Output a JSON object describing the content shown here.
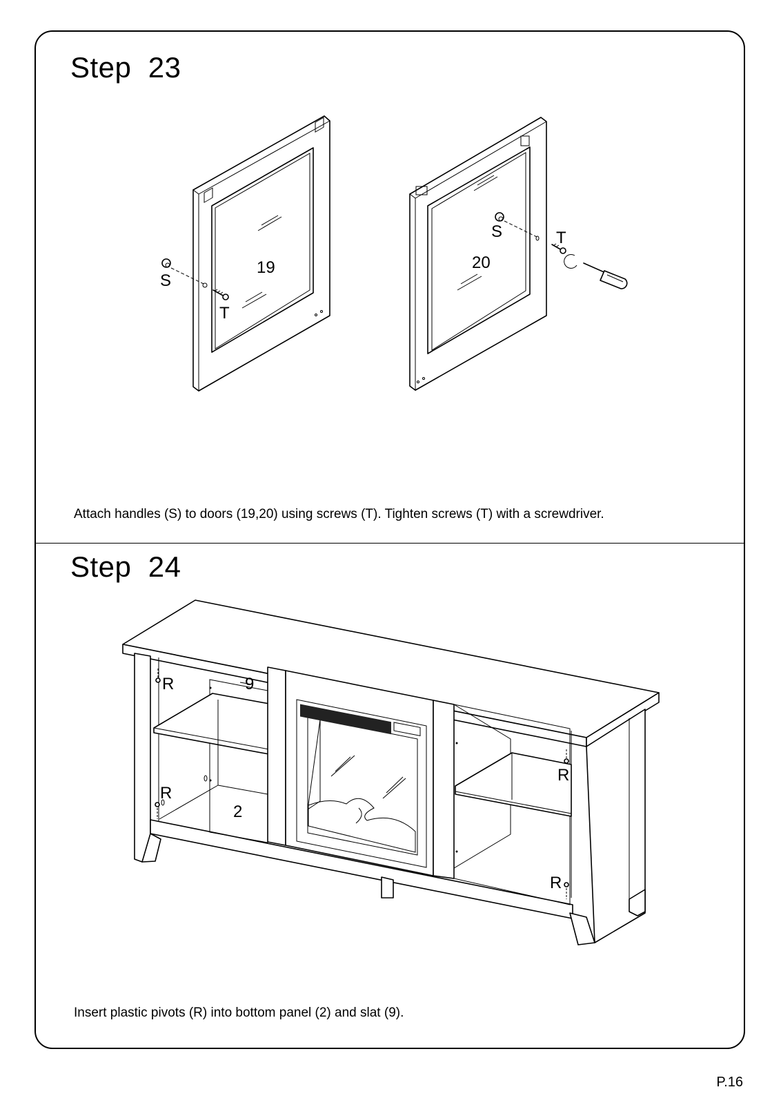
{
  "step23": {
    "title": "Step  23",
    "caption": "Attach handles (S) to doors (19,20) using screws (T). Tighten screws (T) with a screwdriver.",
    "labels": {
      "door_left": "19",
      "door_right": "20",
      "handle": "S",
      "screw": "T"
    }
  },
  "step24": {
    "title": "Step  24",
    "caption": "Insert plastic pivots (R) into bottom panel (2) and slat (9).",
    "labels": {
      "slat": "9",
      "bottom_panel": "2",
      "pivot": "R"
    }
  },
  "page_number": "P.16"
}
